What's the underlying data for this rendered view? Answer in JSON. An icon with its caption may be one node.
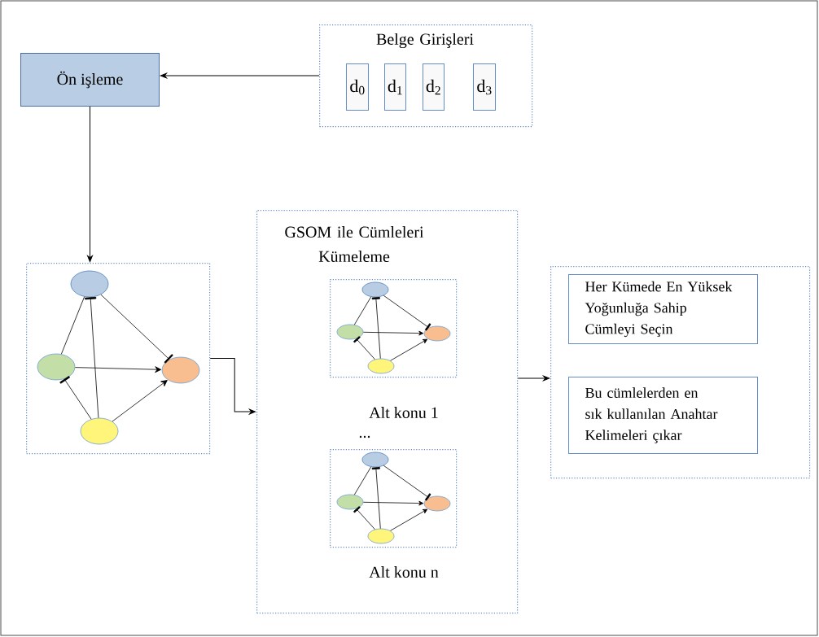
{
  "diagram": {
    "nodes": [
      {
        "text": [
          "Ön işleme"
        ]
      },
      {
        "text": [
          "Belge Girişleri"
        ]
      },
      {
        "text": [
          "d$_{0}$"
        ],
        "in": 1
      },
      {
        "text": [
          "d$_{1}$"
        ],
        "in": 1
      },
      {
        "text": [
          "d$_{2}$"
        ],
        "in": 1
      },
      {
        "text": [
          "d$_{3}$"
        ],
        "in": 1
      },
      {
        "text": [],
        "shape": "box"
      },
      {
        "text": [],
        "shape": "ellipse",
        "in": 6
      },
      {
        "text": [],
        "shape": "ellipse",
        "in": 6
      },
      {
        "text": [],
        "shape": "ellipse",
        "in": 6
      },
      {
        "text": [],
        "shape": "ellipse",
        "in": 6
      },
      {
        "text": [
          "GSOM ile Cümleleri Kümeleme"
        ]
      },
      {
        "text": [],
        "shape": "box",
        "in": 11,
        "beside": [
          "Alt konu 1"
        ]
      },
      {
        "text": [],
        "shape": "ellipse",
        "in": 12
      },
      {
        "text": [],
        "shape": "ellipse",
        "in": 12
      },
      {
        "text": [],
        "shape": "ellipse",
        "in": 12
      },
      {
        "text": [],
        "shape": "ellipse",
        "in": 12
      },
      {
        "text": [],
        "shape": "box",
        "in": 11,
        "beside": [
          "Alt konu n"
        ]
      },
      {
        "text": [],
        "shape": "ellipse",
        "in": 17
      },
      {
        "text": [],
        "shape": "ellipse",
        "in": 17
      },
      {
        "text": [],
        "shape": "ellipse",
        "in": 17
      },
      {
        "text": [],
        "shape": "ellipse",
        "in": 17
      },
      {
        "text": [],
        "shape": "box"
      },
      {
        "text": [
          "Her Kümede En Yüksek Yoğunluğa Sahip Cümleyi Seçin"
        ],
        "in": 22
      },
      {
        "text": [
          "Bu cümlelerden en sık kullanılan Anahtar Kelimeleri çıkar"
        ],
        "in": 22
      }
    ],
    "edges": [
      {
        "from": 1,
        "to": 0,
        "arrow": "to"
      },
      {
        "from": 0,
        "to": 6,
        "arrow": "to"
      },
      {
        "from": 6,
        "to": 11,
        "arrow": "to"
      },
      {
        "from": 11,
        "to": 22,
        "arrow": "to"
      },
      {
        "from": 7,
        "to": 8,
        "arrow": "none"
      },
      {
        "from": 10,
        "to": 7,
        "arrow": "other"
      },
      {
        "from": 7,
        "to": 9,
        "arrow": "other"
      },
      {
        "from": 8,
        "to": 9,
        "arrow": "to"
      },
      {
        "from": 10,
        "to": 8,
        "arrow": "other"
      },
      {
        "from": 10,
        "to": 9,
        "arrow": "to"
      },
      {
        "from": 13,
        "to": 14,
        "arrow": "none"
      },
      {
        "from": 16,
        "to": 13,
        "arrow": "other"
      },
      {
        "from": 13,
        "to": 15,
        "arrow": "other"
      },
      {
        "from": 14,
        "to": 15,
        "arrow": "to"
      },
      {
        "from": 16,
        "to": 14,
        "arrow": "other"
      },
      {
        "from": 16,
        "to": 15,
        "arrow": "to"
      },
      {
        "from": 18,
        "to": 19,
        "arrow": "none"
      },
      {
        "from": 21,
        "to": 18,
        "arrow": "other"
      },
      {
        "from": 18,
        "to": 20,
        "arrow": "other"
      },
      {
        "from": 19,
        "to": 20,
        "arrow": "to"
      },
      {
        "from": 21,
        "to": 19,
        "arrow": "other"
      },
      {
        "from": 21,
        "to": 20,
        "arrow": "to"
      }
    ],
    "labels": [
      "..."
    ]
  }
}
